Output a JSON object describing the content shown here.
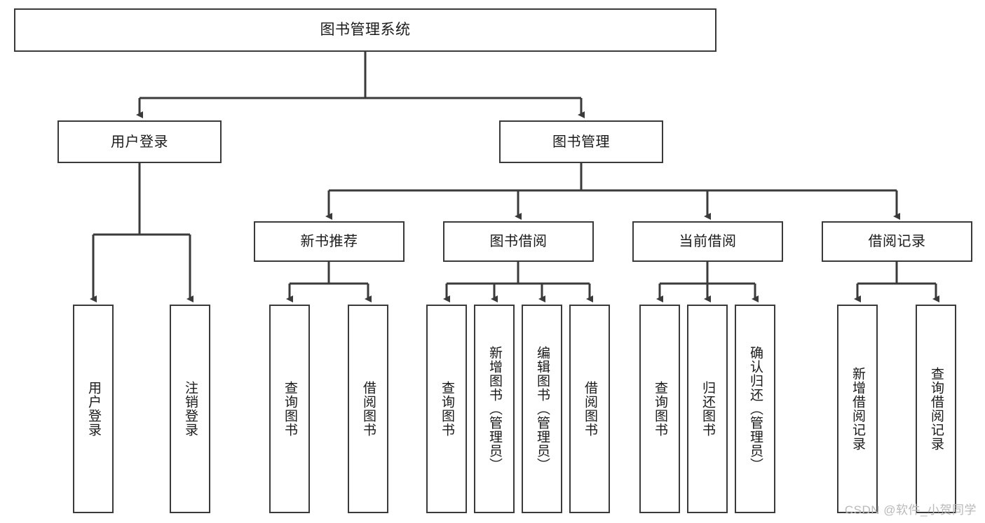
{
  "diagram": {
    "type": "tree-hierarchy-chart",
    "title": "图书管理系统",
    "watermark": "CSDN @软件_小贺同学",
    "colors": {
      "stroke": "#3a3a3a",
      "fill": "#ffffff",
      "text": "#1a1a1a",
      "watermark": "#b9b9b9"
    },
    "nodes": {
      "root": {
        "label": "图书管理系统"
      },
      "level1": [
        {
          "label": "用户登录"
        },
        {
          "label": "图书管理"
        }
      ],
      "level2": [
        {
          "label": "新书推荐"
        },
        {
          "label": "图书借阅"
        },
        {
          "label": "当前借阅"
        },
        {
          "label": "借阅记录"
        }
      ],
      "leaves": {
        "user_login": [
          {
            "label": "用户登录"
          },
          {
            "label": "注销登录"
          }
        ],
        "new_book_recommend": [
          {
            "label": "查询图书"
          },
          {
            "label": "借阅图书"
          }
        ],
        "book_borrow": [
          {
            "label": "查询图书"
          },
          {
            "label": "新增图书（管理员）"
          },
          {
            "label": "编辑图书（管理员）"
          },
          {
            "label": "借阅图书"
          }
        ],
        "current_borrow": [
          {
            "label": "查询图书"
          },
          {
            "label": "归还图书"
          },
          {
            "label": "确认归还（管理员）"
          }
        ],
        "borrow_record": [
          {
            "label": "新增借阅记录"
          },
          {
            "label": "查询借阅记录"
          }
        ]
      }
    }
  }
}
